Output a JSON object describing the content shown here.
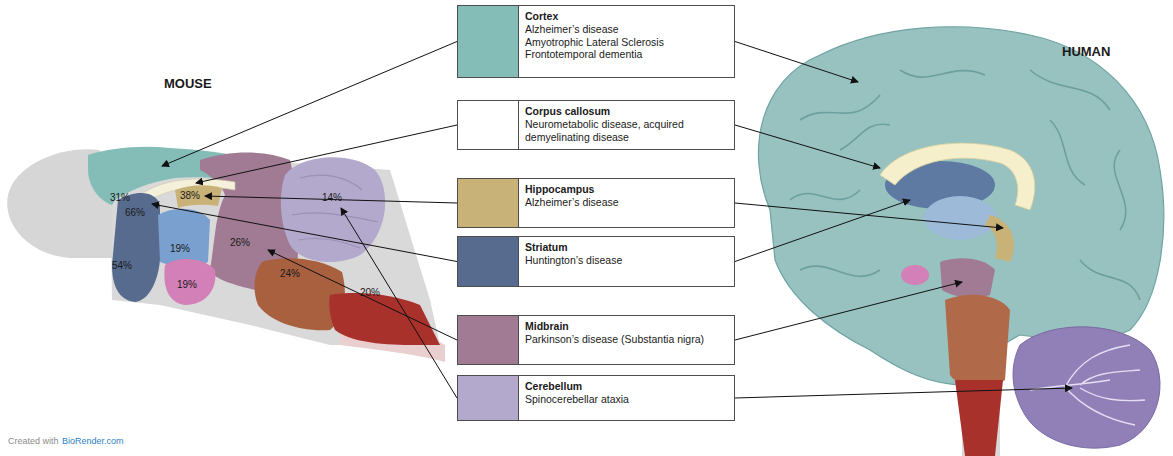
{
  "diagram": {
    "nodes": [
      {
        "text": [
          "Cortex",
          "Alzheimer’s disease",
          "Amyotrophic Lateral Sclerosis",
          "Frontotemporal dementia"
        ]
      },
      {
        "text": [
          "Corpus callosum",
          "Neurometabolic disease, acquired demyelinating disease"
        ]
      },
      {
        "text": [
          "Hippocampus",
          "Alzheimer’s disease"
        ]
      },
      {
        "text": [
          "Striatum",
          "Huntington’s disease"
        ]
      },
      {
        "text": [
          "Midbrain",
          "Parkinson’s disease (Substantia nigra)"
        ]
      },
      {
        "text": [
          "Cerebellum",
          "Spinocerebellar ataxia"
        ]
      }
    ],
    "labels": [
      "MOUSE",
      "HUMAN",
      "31%",
      "66%",
      "38%",
      "26%",
      "14%",
      "54%",
      "19%",
      "19%",
      "24%",
      "20%",
      "Created with",
      "BioRender.com"
    ]
  }
}
